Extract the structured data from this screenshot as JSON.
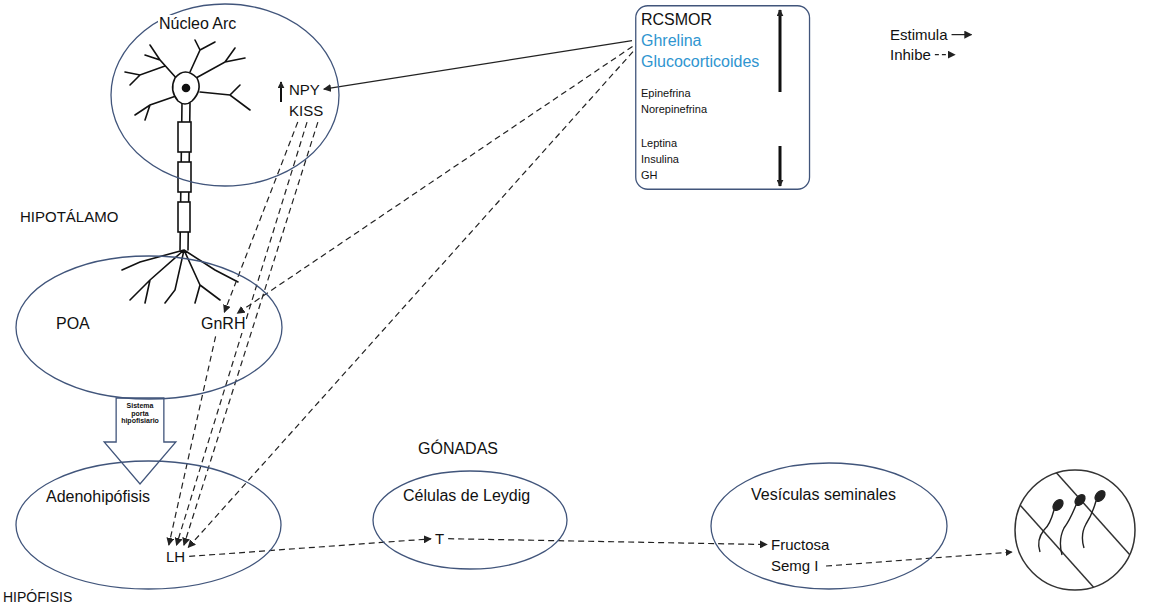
{
  "diagram": {
    "nodes": [
      {
        "text": [
          "Núcleo Arc",
          "NPY",
          "KISS"
        ]
      },
      {
        "text": [
          "RCSMOR",
          "Ghrelina",
          "Glucocorticoides",
          "Epinefrina",
          "Norepinefrina",
          "Leptina",
          "Insulina",
          "GH"
        ]
      },
      {
        "text": [
          "POA",
          "GnRH"
        ]
      },
      {
        "text": [
          "Adenohipófisis",
          "LH"
        ]
      },
      {
        "text": [
          "GÓNADAS",
          "Células de Leydig",
          "T"
        ]
      },
      {
        "text": [
          "Vesículas seminales",
          "Fructosa",
          "Semg I"
        ]
      }
    ],
    "edges": [
      {
        "from": 1,
        "to": 0,
        "arrow": "to"
      },
      {
        "from": 1,
        "to": 2,
        "arrow": "to"
      },
      {
        "from": 1,
        "to": 3,
        "arrow": "to"
      },
      {
        "from": 0,
        "to": 2,
        "arrow": "to"
      },
      {
        "from": 0,
        "to": 3,
        "arrow": "to"
      },
      {
        "from": 0,
        "to": 3,
        "arrow": "to"
      },
      {
        "from": 2,
        "to": 3,
        "arrow": "to"
      },
      {
        "from": 2,
        "to": 3,
        "arrow": "to",
        "label": "Sistema porta hipofisiario"
      },
      {
        "from": 3,
        "to": 4,
        "arrow": "to"
      },
      {
        "from": 4,
        "to": 5,
        "arrow": "to"
      }
    ],
    "labels": [
      "HIPOTÁLAMO",
      "HIPÓFISIS"
    ],
    "legend": [
      {
        "text": "Estimula"
      },
      {
        "text": "Inhibe"
      }
    ]
  }
}
